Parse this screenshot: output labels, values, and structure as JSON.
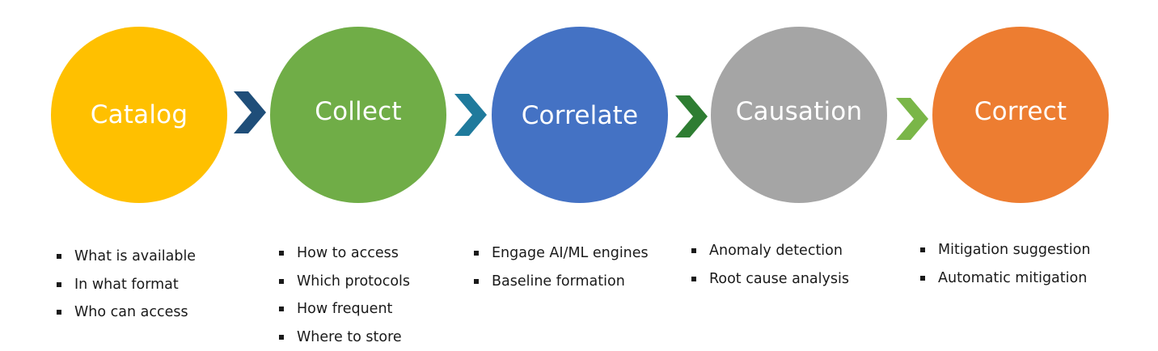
{
  "steps": [
    {
      "label": "Catalog",
      "color": "#FFC000",
      "items": [
        "What is available",
        "In what format",
        "Who can access"
      ]
    },
    {
      "label": "Collect",
      "color": "#70AD47",
      "items": [
        "How to access",
        "Which protocols",
        "How frequent",
        "Where to store"
      ]
    },
    {
      "label": "Correlate",
      "color": "#4472C4",
      "items": [
        "Engage AI/ML engines",
        "Baseline formation"
      ]
    },
    {
      "label": "Causation",
      "color": "#A5A5A5",
      "items": [
        "Anomaly detection",
        "Root cause analysis"
      ]
    },
    {
      "label": "Correct",
      "color": "#ED7D31",
      "items": [
        "Mitigation suggestion",
        "Automatic mitigation"
      ]
    }
  ],
  "arrow_colors": [
    "#1F4E79",
    "#1F7A9C",
    "#2E7D32",
    "#7AB648"
  ]
}
